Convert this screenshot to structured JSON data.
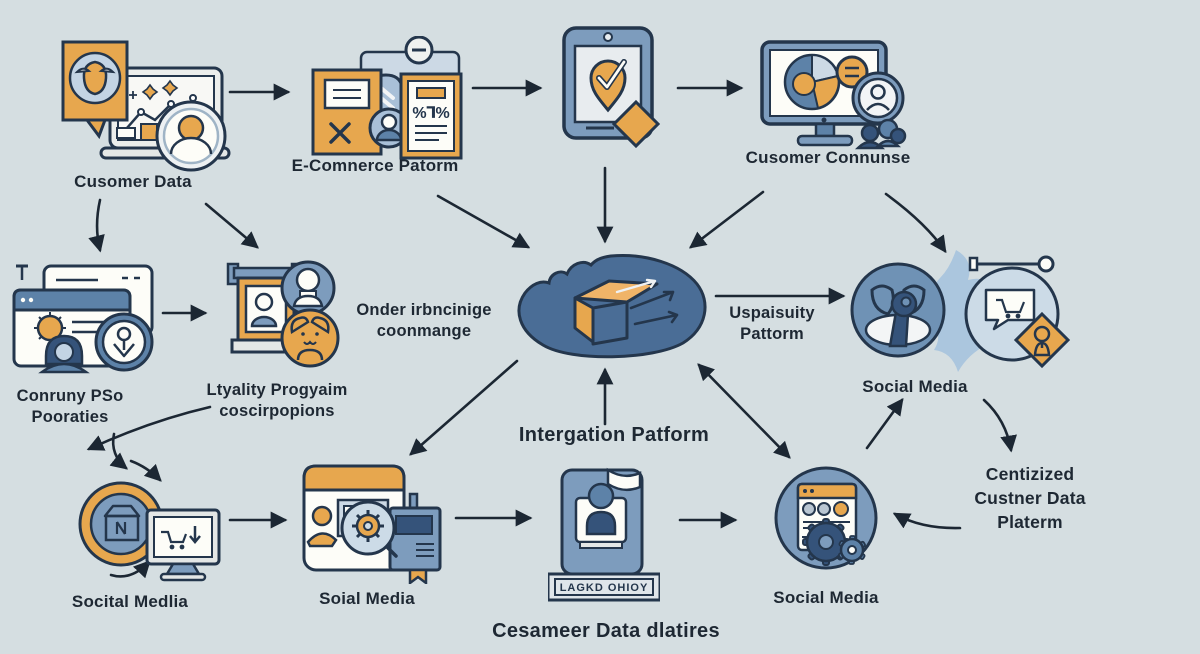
{
  "title": "Customer data integration diagram",
  "colors": {
    "background": "#d5dee1",
    "outline": "#24364c",
    "arrow": "#1c2733",
    "blue": "#5d82a8",
    "blue_light": "#a9c0d8",
    "blue_pale": "#ccd9e5",
    "blue_dark": "#35537a",
    "cloud_fill": "#4a6d96",
    "orange": "#e7a74e",
    "cream": "#fdfdf8",
    "text": "#1e2833"
  },
  "nodes": {
    "customer_data": {
      "label": "Cusomer Data",
      "icon": "laptop-analytics-avatar-icon"
    },
    "ecommerce_platform": {
      "label": "E-Comnerce Patorm",
      "icon": "cards-cloud-discount-icon",
      "glyph": "%⅂%"
    },
    "mobile_check": {
      "icon": "tablet-checkmark-pin-icon"
    },
    "customer_connunse": {
      "label": "Cusomer Connunse",
      "icon": "monitor-pie-chart-people-icon"
    },
    "conruny_pso": {
      "label_line1": "Conruny PSo",
      "label_line2": "Pooraties",
      "icon": "browser-profile-pin-icon"
    },
    "loyalty_program": {
      "label_line1": "Ltyality Progyaim",
      "label_line2": "coscirpopions",
      "icon": "board-avatars-icon"
    },
    "order_note": {
      "line1": "Onder irbncinige",
      "line2": "coonmange"
    },
    "integration_platform": {
      "label": "Intergation Patform",
      "icon": "cloud-package-icon"
    },
    "uspaisuity": {
      "line1": "Uspaisuity",
      "line2": "Pattorm"
    },
    "social_media_right": {
      "label": "Social Media",
      "icon": "abstract-key-circle-icon",
      "icon2": "cart-bubble-lock-circle-icon"
    },
    "socital_medlia": {
      "label": "Socital Medlia",
      "icon": "package-ring-monitor-cart-icon"
    },
    "soial_media": {
      "label": "Soial Media",
      "icon": "browser-gear-magnifier-icon"
    },
    "customer_book": {
      "plaque": "LAGKD OHIOY",
      "icon": "book-person-laptop-icon"
    },
    "cesameer": {
      "label": "Cesameer Data dlatires"
    },
    "social_media_bottom": {
      "label": "Social Media",
      "icon": "browser-gears-circle-icon"
    },
    "centizized": {
      "line1": "Centizized",
      "line2": "Custner Data",
      "line3": "Platerm"
    }
  }
}
